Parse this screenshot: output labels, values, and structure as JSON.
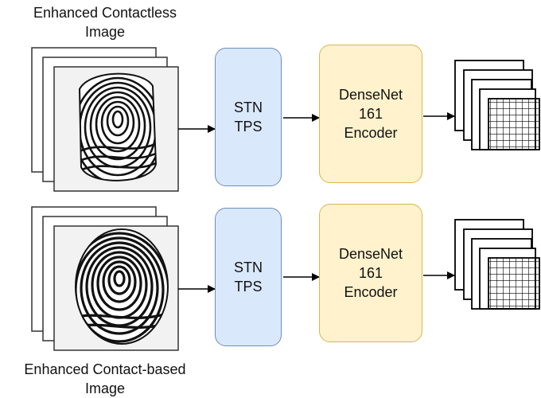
{
  "captions": {
    "top_line1": "Enhanced Contactless",
    "top_line2": "Image",
    "bottom_line1": "Enhanced Contact-based",
    "bottom_line2": "Image"
  },
  "rows": [
    {
      "stn": {
        "line1": "STN",
        "line2": "TPS"
      },
      "encoder": {
        "line1": "DenseNet",
        "line2": "161",
        "line3": "Encoder"
      }
    },
    {
      "stn": {
        "line1": "STN",
        "line2": "TPS"
      },
      "encoder": {
        "line1": "DenseNet",
        "line2": "161",
        "line3": "Encoder"
      }
    }
  ],
  "colors": {
    "stn_fill": "#dae8fc",
    "stn_border": "#6c8ebf",
    "encoder_fill": "#fff2cc",
    "encoder_border": "#d6b656"
  }
}
